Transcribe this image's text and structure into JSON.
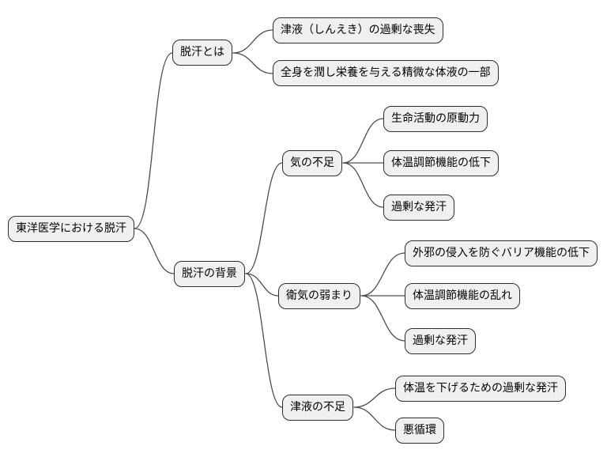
{
  "diagram": {
    "type": "mindmap",
    "orientation": "left-to-right",
    "nodes": [
      {
        "id": "root",
        "label": "東洋医学における脱汗",
        "parent": null
      },
      {
        "id": "what",
        "label": "脱汗とは",
        "parent": "root"
      },
      {
        "id": "what-1",
        "label": "津液（しんえき）の過剰な喪失",
        "parent": "what"
      },
      {
        "id": "what-2",
        "label": "全身を潤し栄養を与える精微な体液の一部",
        "parent": "what"
      },
      {
        "id": "bg",
        "label": "脱汗の背景",
        "parent": "root"
      },
      {
        "id": "ki",
        "label": "気の不足",
        "parent": "bg"
      },
      {
        "id": "ki-1",
        "label": "生命活動の原動力",
        "parent": "ki"
      },
      {
        "id": "ki-2",
        "label": "体温調節機能の低下",
        "parent": "ki"
      },
      {
        "id": "ki-3",
        "label": "過剰な発汗",
        "parent": "ki"
      },
      {
        "id": "eki",
        "label": "衛気の弱まり",
        "parent": "bg"
      },
      {
        "id": "eki-1",
        "label": "外邪の侵入を防ぐバリア機能の低下",
        "parent": "eki"
      },
      {
        "id": "eki-2",
        "label": "体温調節機能の乱れ",
        "parent": "eki"
      },
      {
        "id": "eki-3",
        "label": "過剰な発汗",
        "parent": "eki"
      },
      {
        "id": "shineki",
        "label": "津液の不足",
        "parent": "bg"
      },
      {
        "id": "shineki-1",
        "label": "体温を下げるための過剰な発汗",
        "parent": "shineki"
      },
      {
        "id": "shineki-2",
        "label": "悪循環",
        "parent": "shineki"
      }
    ],
    "edges": [
      {
        "from": "root",
        "to": "what"
      },
      {
        "from": "root",
        "to": "bg"
      },
      {
        "from": "what",
        "to": "what-1"
      },
      {
        "from": "what",
        "to": "what-2"
      },
      {
        "from": "bg",
        "to": "ki"
      },
      {
        "from": "bg",
        "to": "eki"
      },
      {
        "from": "bg",
        "to": "shineki"
      },
      {
        "from": "ki",
        "to": "ki-1"
      },
      {
        "from": "ki",
        "to": "ki-2"
      },
      {
        "from": "ki",
        "to": "ki-3"
      },
      {
        "from": "eki",
        "to": "eki-1"
      },
      {
        "from": "eki",
        "to": "eki-2"
      },
      {
        "from": "eki",
        "to": "eki-3"
      },
      {
        "from": "shineki",
        "to": "shineki-1"
      },
      {
        "from": "shineki",
        "to": "shineki-2"
      }
    ],
    "style": {
      "background": "#ffffff",
      "node_fill": "#f0f0f0",
      "node_border": "#2e2e2e",
      "text_color": "#000000",
      "line_color": "#4d4d4d"
    }
  }
}
